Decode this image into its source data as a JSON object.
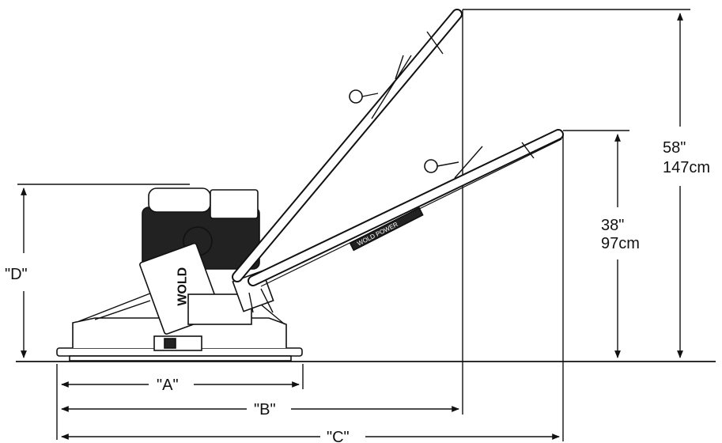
{
  "dimensions": {
    "height_full": {
      "imperial": "58\"",
      "metric": "147cm"
    },
    "height_low": {
      "imperial": "38\"",
      "metric": "97cm"
    },
    "height_d": "\"D\"",
    "length_a": "\"A\"",
    "length_b": "\"B\"",
    "length_c": "\"C\""
  },
  "machine": {
    "logo_text": "WOLD",
    "handle_text": "WOLD POWER"
  }
}
